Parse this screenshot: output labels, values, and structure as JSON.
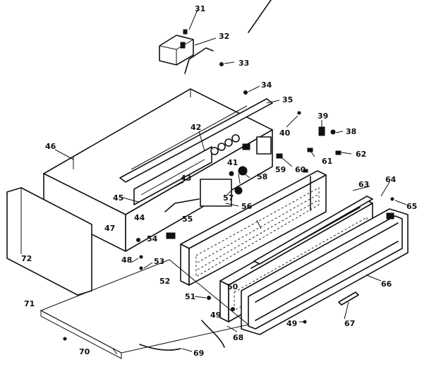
{
  "diagram": {
    "callouts": [
      {
        "id": "c31",
        "text": "31"
      },
      {
        "id": "c32",
        "text": "32"
      },
      {
        "id": "c33",
        "text": "33"
      },
      {
        "id": "c34",
        "text": "34"
      },
      {
        "id": "c35",
        "text": "35"
      },
      {
        "id": "c38",
        "text": "38"
      },
      {
        "id": "c39",
        "text": "39"
      },
      {
        "id": "c40",
        "text": "40"
      },
      {
        "id": "c41",
        "text": "41"
      },
      {
        "id": "c42",
        "text": "42"
      },
      {
        "id": "c43",
        "text": "43"
      },
      {
        "id": "c44",
        "text": "44"
      },
      {
        "id": "c45",
        "text": "45"
      },
      {
        "id": "c46",
        "text": "46"
      },
      {
        "id": "c47",
        "text": "47"
      },
      {
        "id": "c48",
        "text": "48"
      },
      {
        "id": "c49a",
        "text": "49"
      },
      {
        "id": "c49b",
        "text": "49"
      },
      {
        "id": "c50",
        "text": "50"
      },
      {
        "id": "c51",
        "text": "51"
      },
      {
        "id": "c52",
        "text": "52"
      },
      {
        "id": "c53",
        "text": "53"
      },
      {
        "id": "c54",
        "text": "54"
      },
      {
        "id": "c55",
        "text": "55"
      },
      {
        "id": "c56",
        "text": "56"
      },
      {
        "id": "c57",
        "text": "57"
      },
      {
        "id": "c58",
        "text": "58"
      },
      {
        "id": "c59",
        "text": "59"
      },
      {
        "id": "c60",
        "text": "60"
      },
      {
        "id": "c61",
        "text": "61"
      },
      {
        "id": "c62",
        "text": "62"
      },
      {
        "id": "c63",
        "text": "63"
      },
      {
        "id": "c64",
        "text": "64"
      },
      {
        "id": "c65",
        "text": "65"
      },
      {
        "id": "c66",
        "text": "66"
      },
      {
        "id": "c67",
        "text": "67"
      },
      {
        "id": "c68",
        "text": "68"
      },
      {
        "id": "c69",
        "text": "69"
      },
      {
        "id": "c70",
        "text": "70"
      },
      {
        "id": "c71",
        "text": "71"
      },
      {
        "id": "c72",
        "text": "72"
      }
    ]
  }
}
